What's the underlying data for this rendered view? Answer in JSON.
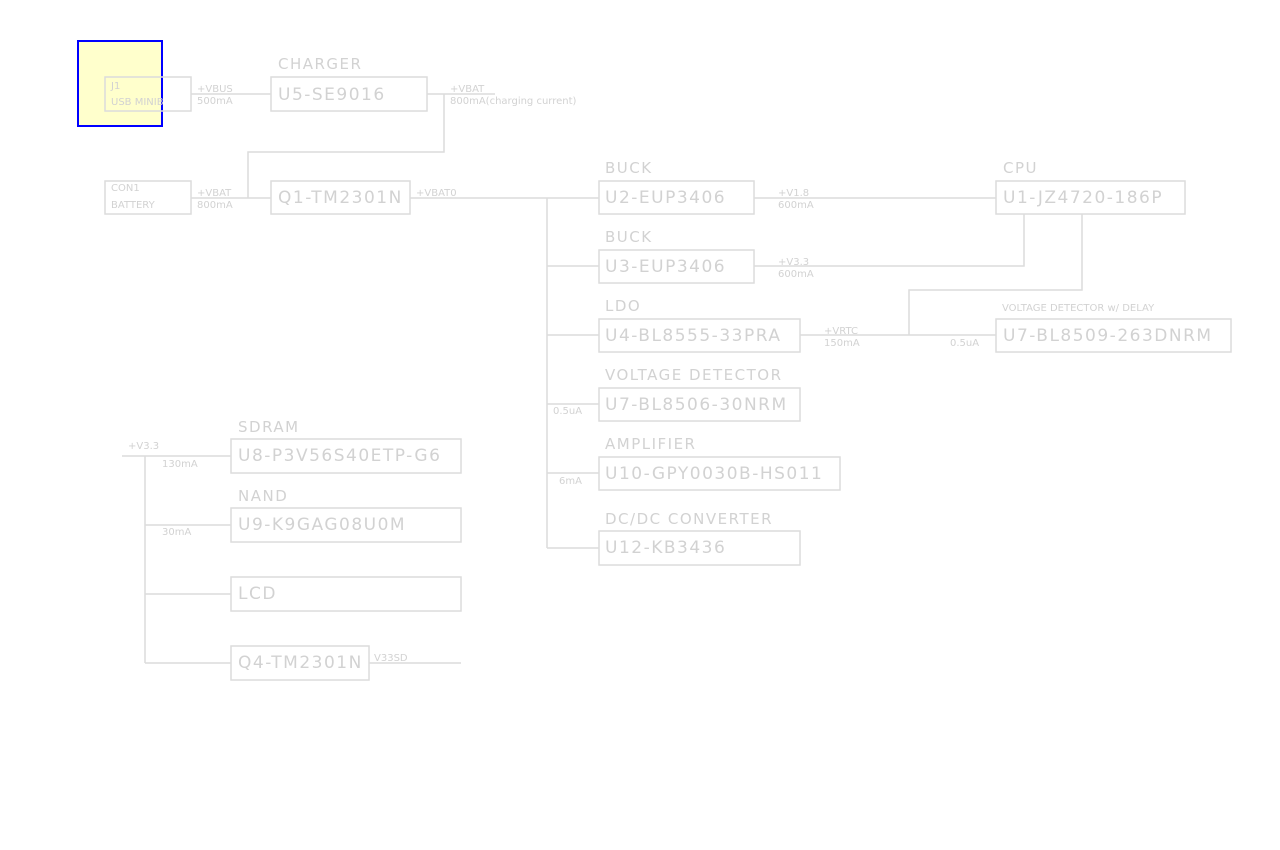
{
  "selection": {
    "highlight_fill": "#ffffcc",
    "highlight_stroke": "#0000ff"
  },
  "parts": {
    "j1": {
      "ref": "J1",
      "value": "USB MINIB"
    },
    "con1": {
      "ref": "CON1",
      "value": "BATTERY"
    },
    "u5": {
      "title": "CHARGER",
      "name": "U5-SE9016"
    },
    "q1": {
      "name": "Q1-TM2301N"
    },
    "u2": {
      "title": "BUCK",
      "name": "U2-EUP3406"
    },
    "u3": {
      "title": "BUCK",
      "name": "U3-EUP3406"
    },
    "u4": {
      "title": "LDO",
      "name": "U4-BL8555-33PRA"
    },
    "u7a": {
      "title": "VOLTAGE DETECTOR",
      "name": "U7-BL8506-30NRM"
    },
    "u10": {
      "title": "AMPLIFIER",
      "name": "U10-GPY0030B-HS011"
    },
    "u12": {
      "title": "DC/DC CONVERTER",
      "name": "U12-KB3436"
    },
    "u1": {
      "title": "CPU",
      "name": "U1-JZ4720-186P"
    },
    "u7b": {
      "title": "VOLTAGE DETECTOR w/ DELAY",
      "name": "U7-BL8509-263DNRM"
    },
    "u8": {
      "title": "SDRAM",
      "name": "U8-P3V56S40ETP-G6"
    },
    "u9": {
      "title": "NAND",
      "name": "U9-K9GAG08U0M"
    },
    "lcd": {
      "name": "LCD"
    },
    "q4": {
      "name": "Q4-TM2301N"
    }
  },
  "nets": {
    "vbus": {
      "name": "+VBUS",
      "current": "500mA"
    },
    "vbat_chg": {
      "name": "+VBAT",
      "current": "800mA(charging current)"
    },
    "vbat_bat": {
      "name": "+VBAT",
      "current": "800mA"
    },
    "vbat0": {
      "name": "+VBAT0"
    },
    "v18": {
      "name": "+V1.8",
      "current": "600mA"
    },
    "v33": {
      "name": "+V3.3",
      "current": "600mA"
    },
    "vrtc": {
      "name": "+VRTC",
      "current": "150mA",
      "detector_current": "0.5uA"
    },
    "vdet_current": "0.5uA",
    "amp_current": "6mA",
    "v33_left": {
      "name": "+V3.3",
      "sdram_current": "130mA",
      "nand_current": "30mA"
    },
    "v33sd": {
      "name": "V33SD"
    }
  }
}
